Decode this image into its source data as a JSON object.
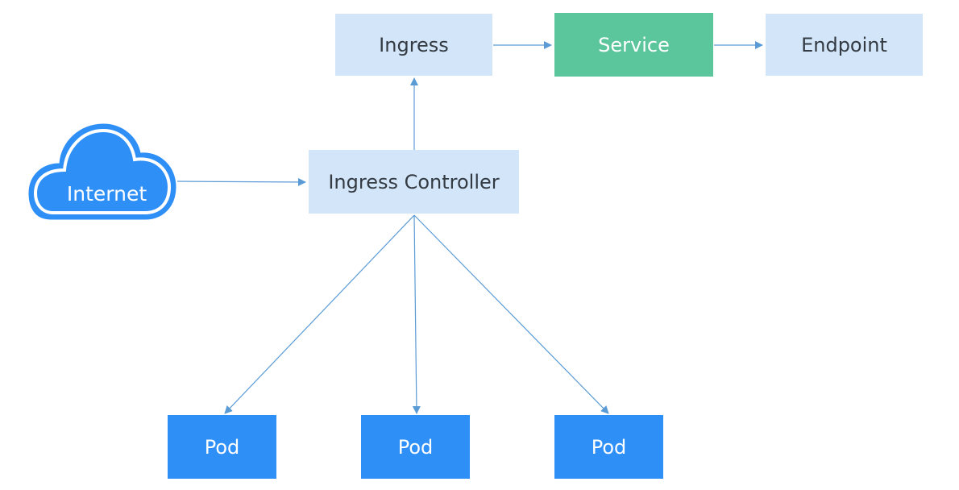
{
  "nodes": {
    "ingress": "Ingress",
    "service": "Service",
    "endpoint": "Endpoint",
    "ingress_controller": "Ingress Controller",
    "internet": "Internet",
    "pods": [
      "Pod",
      "Pod",
      "Pod"
    ]
  },
  "colors": {
    "light_box": "#d3e5f8",
    "service_box": "#5bc59c",
    "pod_box": "#2e8ff7",
    "cloud": "#2e8ff7",
    "arrow": "#5b9bd5"
  },
  "edges": [
    {
      "from": "internet",
      "to": "ingress_controller"
    },
    {
      "from": "ingress_controller",
      "to": "ingress"
    },
    {
      "from": "ingress",
      "to": "service"
    },
    {
      "from": "service",
      "to": "endpoint"
    },
    {
      "from": "ingress_controller",
      "to": "pod_1"
    },
    {
      "from": "ingress_controller",
      "to": "pod_2"
    },
    {
      "from": "ingress_controller",
      "to": "pod_3"
    }
  ]
}
